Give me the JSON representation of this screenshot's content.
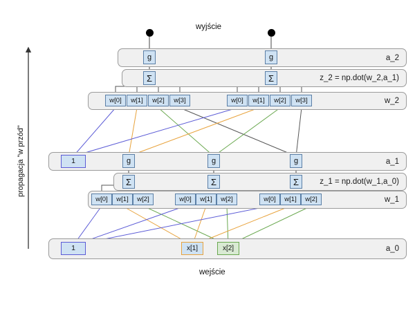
{
  "diagram": {
    "title_top": "wyjście",
    "title_bottom": "wejście",
    "side_label": "propagacja \"w przód\"",
    "colors": {
      "band_fill": "#f0f0f0",
      "band_stroke": "#9a9a9a",
      "node_fill": "#cfe2f3",
      "node_stroke": "#5b7fa6",
      "bias_stroke": "#5b5bd6",
      "wire_blue": "#5b5bd6",
      "wire_orange": "#e8a33d",
      "wire_green": "#6aa84f",
      "wire_gray": "#555555",
      "x2_fill": "#d9ead3",
      "x2_stroke": "#6aa84f",
      "dot": "#000000"
    }
  },
  "layers": [
    {
      "id": "a_2",
      "label": "a_2",
      "kind": "activation",
      "nodes": [
        {
          "name": "g",
          "label": "g"
        },
        {
          "name": "g",
          "label": "g"
        }
      ]
    },
    {
      "id": "z_2",
      "label": "z_2 = np.dot(w_2,a_1)",
      "kind": "sum",
      "nodes": [
        {
          "name": "sigma",
          "label": "Σ"
        },
        {
          "name": "sigma",
          "label": "Σ"
        }
      ]
    },
    {
      "id": "w_2",
      "label": "w_2",
      "kind": "weights",
      "groups": [
        {
          "weights": [
            "w[0]",
            "w[1]",
            "w[2]",
            "w[3]"
          ]
        },
        {
          "weights": [
            "w[0]",
            "w[1]",
            "w[2]",
            "w[3]"
          ]
        }
      ]
    },
    {
      "id": "a_1",
      "label": "a_1",
      "kind": "activation",
      "bias": "1",
      "nodes": [
        {
          "name": "g",
          "label": "g"
        },
        {
          "name": "g",
          "label": "g"
        },
        {
          "name": "g",
          "label": "g"
        }
      ]
    },
    {
      "id": "z_1",
      "label": "z_1 = np.dot(w_1,a_0)",
      "kind": "sum",
      "nodes": [
        {
          "name": "sigma",
          "label": "Σ"
        },
        {
          "name": "sigma",
          "label": "Σ"
        },
        {
          "name": "sigma",
          "label": "Σ"
        }
      ]
    },
    {
      "id": "w_1",
      "label": "w_1",
      "kind": "weights",
      "groups": [
        {
          "weights": [
            "w[0]",
            "w[1]",
            "w[2]"
          ]
        },
        {
          "weights": [
            "w[0]",
            "w[1]",
            "w[2]"
          ]
        },
        {
          "weights": [
            "w[0]",
            "w[1]",
            "w[2]"
          ]
        }
      ]
    },
    {
      "id": "a_0",
      "label": "a_0",
      "kind": "input",
      "bias": "1",
      "inputs": [
        "x[1]",
        "x[2]"
      ]
    }
  ],
  "w2_group1": {
    "w0": "w[0]",
    "w1": "w[1]",
    "w2": "w[2]",
    "w3": "w[3]"
  },
  "w2_group2": {
    "w0": "w[0]",
    "w1": "w[1]",
    "w2": "w[2]",
    "w3": "w[3]"
  },
  "w1_group1": {
    "w0": "w[0]",
    "w1": "w[1]",
    "w2": "w[2]"
  },
  "w1_group2": {
    "w0": "w[0]",
    "w1": "w[1]",
    "w2": "w[2]"
  },
  "w1_group3": {
    "w0": "w[0]",
    "w1": "w[1]",
    "w2": "w[2]"
  },
  "glyphs": {
    "g": "g",
    "sigma": "Σ",
    "bias": "1",
    "x1": "x[1]",
    "x2": "x[2]"
  },
  "labels": {
    "a2": "a_2",
    "z2": "z_2 = np.dot(w_2,a_1)",
    "w2": "w_2",
    "a1": "a_1",
    "z1": "z_1 = np.dot(w_1,a_0)",
    "w1": "w_1",
    "a0": "a_0"
  }
}
